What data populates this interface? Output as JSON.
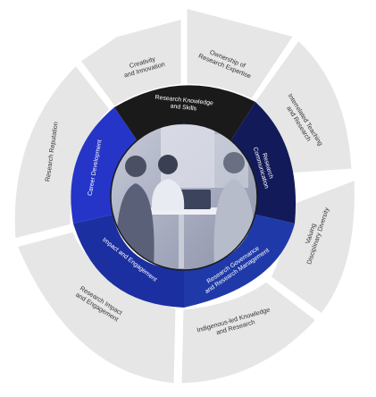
{
  "diagram": {
    "center_image": "team-meeting-photo",
    "outer_ring": [
      {
        "id": "creativity",
        "label": "Creativity and Innovation"
      },
      {
        "id": "ownership",
        "label": "Ownership of Research Expertise"
      },
      {
        "id": "interrelated",
        "label": "Interrelated Teaching and Research"
      },
      {
        "id": "valuing",
        "label": "Valuing Disciplinary Diversity"
      },
      {
        "id": "indigenous",
        "label": "Indigenous-led Knowledge and Research"
      },
      {
        "id": "impact",
        "label": "Research Impact and Engagement"
      },
      {
        "id": "reputation",
        "label": "Research Reputation"
      }
    ],
    "inner_ring": [
      {
        "id": "knowledge",
        "label": "Research Knowledge and Skills",
        "color": "#1a1a1a"
      },
      {
        "id": "communication",
        "label": "Research Communication",
        "color": "#121a59"
      },
      {
        "id": "governance",
        "label": "Research Governance and Research Management",
        "color": "#1f3aa8"
      },
      {
        "id": "impact-engagement",
        "label": "Impact and Engagement",
        "color": "#1c2fa0"
      },
      {
        "id": "career",
        "label": "Career Development",
        "color": "#2535c8"
      }
    ]
  }
}
